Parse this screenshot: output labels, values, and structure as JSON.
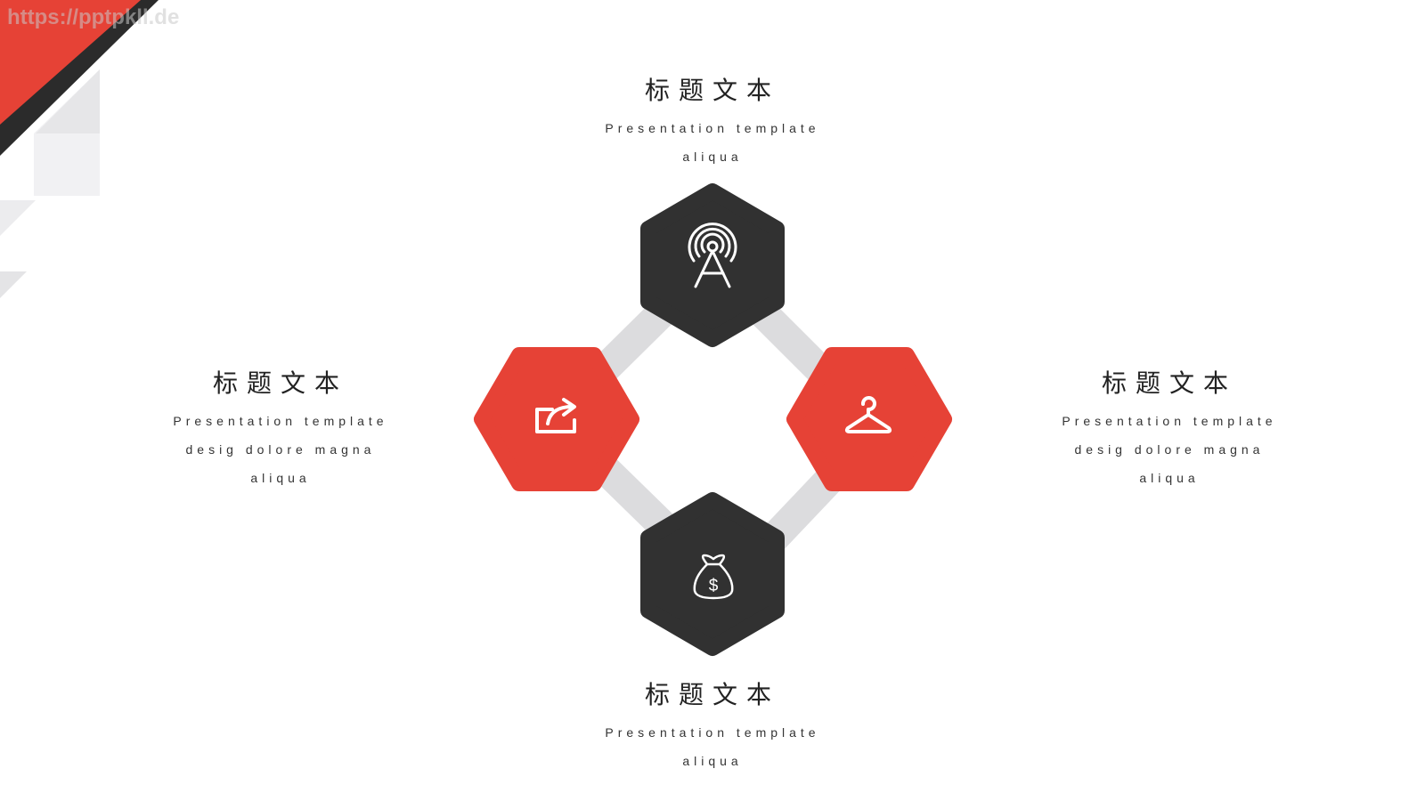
{
  "watermark": "https://pptpkll.de",
  "colors": {
    "accent": "#E64236",
    "dark": "#313131",
    "connector": "#DCDCDE",
    "text": "#222222"
  },
  "hexagons": [
    {
      "name": "top",
      "icon": "antenna-tower-icon",
      "color": "#313131"
    },
    {
      "name": "left",
      "icon": "share-export-icon",
      "color": "#E64236"
    },
    {
      "name": "right",
      "icon": "clothes-hanger-icon",
      "color": "#E64236"
    },
    {
      "name": "bottom",
      "icon": "money-bag-icon",
      "color": "#313131"
    }
  ],
  "blocks": {
    "top": {
      "title": "标题文本",
      "line1": "Presentation template",
      "line2": "aliqua"
    },
    "left": {
      "title": "标题文本",
      "line1": "Presentation template",
      "line2": "desig dolore magna",
      "line3": "aliqua"
    },
    "right": {
      "title": "标题文本",
      "line1": "Presentation template",
      "line2": "desig dolore magna",
      "line3": "aliqua"
    },
    "bottom": {
      "title": "标题文本",
      "line1": "Presentation template",
      "line2": "aliqua"
    }
  }
}
